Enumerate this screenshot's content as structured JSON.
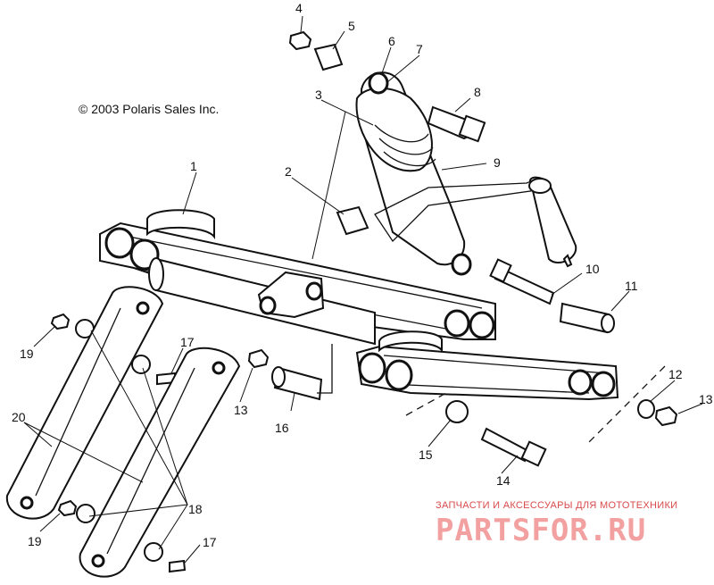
{
  "copyright": "© 2003 Polaris Sales Inc.",
  "watermark": {
    "subtitle": "ЗАПЧАСТИ И АКСЕССУАРЫ ДЛЯ МОТОТЕХНИКИ",
    "logo": "PARTSFOR.RU",
    "color": "#e06060"
  },
  "callouts": [
    {
      "id": "c1",
      "label": "1"
    },
    {
      "id": "c2",
      "label": "2"
    },
    {
      "id": "c3",
      "label": "3"
    },
    {
      "id": "c4",
      "label": "4"
    },
    {
      "id": "c5",
      "label": "5"
    },
    {
      "id": "c6",
      "label": "6"
    },
    {
      "id": "c7",
      "label": "7"
    },
    {
      "id": "c8",
      "label": "8"
    },
    {
      "id": "c9",
      "label": "9"
    },
    {
      "id": "c10",
      "label": "10"
    },
    {
      "id": "c11",
      "label": "11"
    },
    {
      "id": "c12",
      "label": "12"
    },
    {
      "id": "c13a",
      "label": "13"
    },
    {
      "id": "c13b",
      "label": "13"
    },
    {
      "id": "c14",
      "label": "14"
    },
    {
      "id": "c15",
      "label": "15"
    },
    {
      "id": "c16",
      "label": "16"
    },
    {
      "id": "c17a",
      "label": "17"
    },
    {
      "id": "c17b",
      "label": "17"
    },
    {
      "id": "c18",
      "label": "18"
    },
    {
      "id": "c19a",
      "label": "19"
    },
    {
      "id": "c19b",
      "label": "19"
    },
    {
      "id": "c20",
      "label": "20"
    }
  ]
}
